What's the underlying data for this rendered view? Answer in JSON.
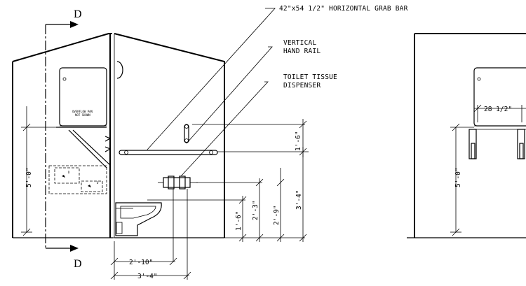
{
  "labels": {
    "grab_bar": "42\"x54 1/2\" HORIZONTAL GRAB BAR",
    "vertical_rail_1": "VERTICAL",
    "vertical_rail_2": "HAND RAIL",
    "toilet_tissue_1": "TOILET TISSUE",
    "toilet_tissue_2": "DISPENSER",
    "section_top": "D",
    "section_bottom": "D",
    "overflow_1": "OVERFLOW PAN",
    "overflow_2": "NOT SHOWN",
    "sink_marker_1": "D",
    "sink_marker_2": "D"
  },
  "dimensions": {
    "left_height": "5'-0\"",
    "vertical_rail": "1'-6\"",
    "tissue_to_bar": "3'-4\"",
    "seat_height": "1'-6\"",
    "tissue_height_1": "2'-3\"",
    "tissue_height_2": "2'-9\"",
    "bottom_1": "2'-10\"",
    "bottom_2": "3'-4\"",
    "right_width": "28 1/2\"",
    "right_height": "5'-0\""
  }
}
